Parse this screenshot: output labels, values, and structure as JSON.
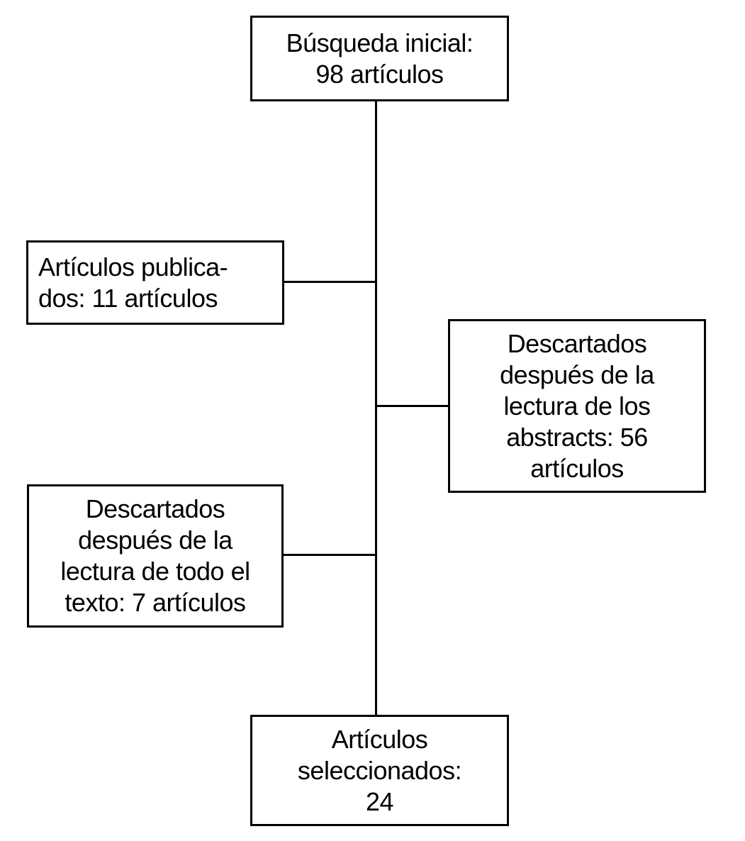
{
  "diagram": {
    "colors": {
      "background": "#ffffff",
      "line": "#000000",
      "text": "#000000"
    },
    "boxes": {
      "initial": {
        "text": "Búsqueda inicial:\n98 artículos",
        "count": 98
      },
      "published": {
        "text": "Artículos publica-\ndos: 11 artículos",
        "count": 11
      },
      "discarded_abstracts": {
        "text": "Descartados\ndespués de la\nlectura de los\nabstracts: 56\nartículos",
        "count": 56
      },
      "discarded_fulltext": {
        "text": "Descartados\ndespués de la\nlectura de todo el\ntexto: 7 artículos",
        "count": 7
      },
      "selected": {
        "text": "Artículos\nseleccionados:\n24",
        "count": 24
      }
    }
  }
}
